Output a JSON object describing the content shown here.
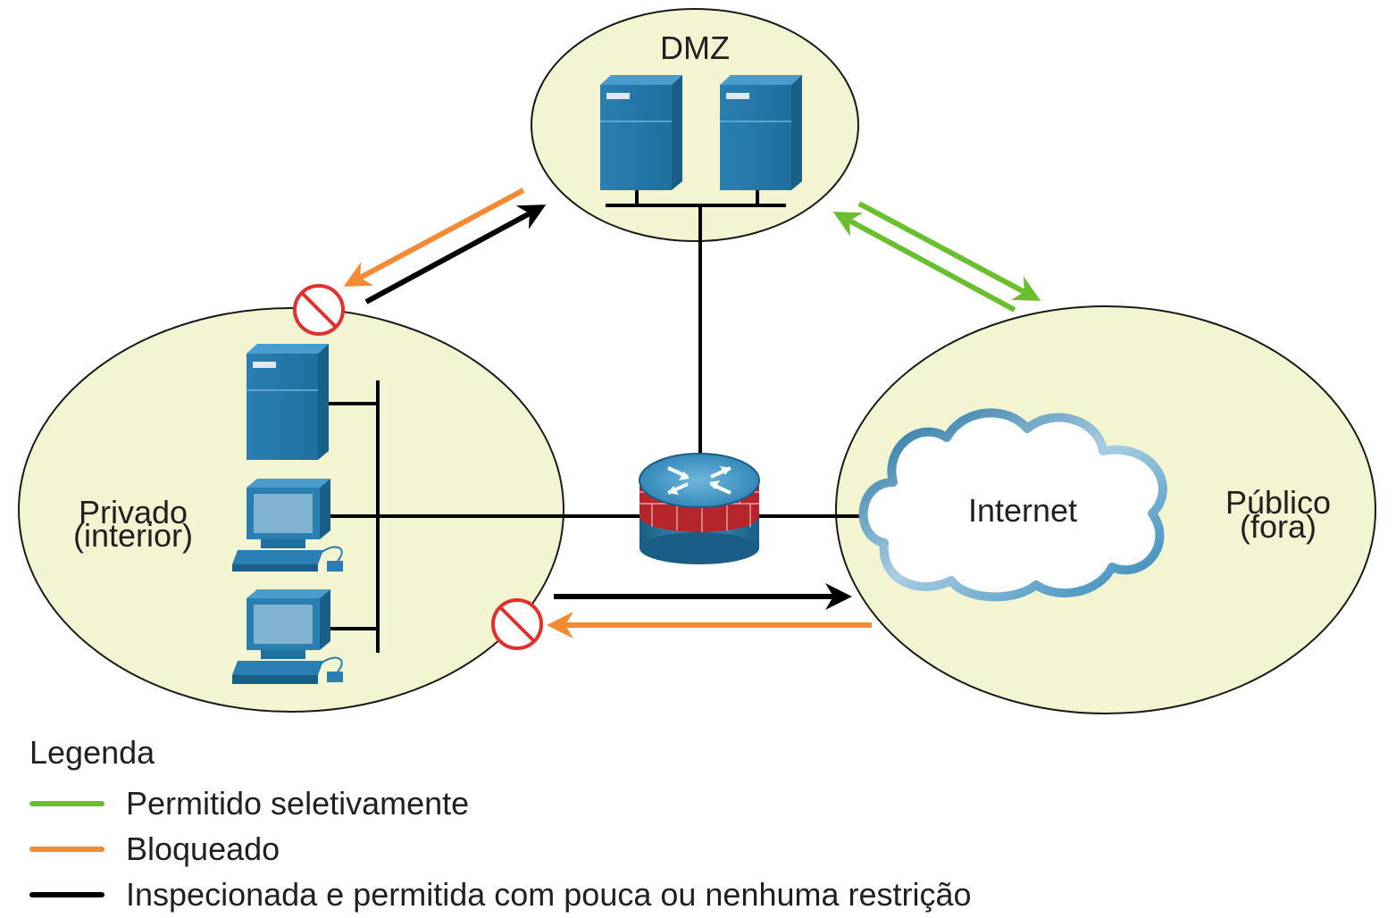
{
  "zones": {
    "dmz": {
      "label": "DMZ"
    },
    "private": {
      "label_line1": "Privado",
      "label_line2": "(interior)"
    },
    "public": {
      "label_line1": "Público",
      "label_line2": "(fora)"
    }
  },
  "cloud": {
    "label": "Internet"
  },
  "icons": {
    "server": "server-tower-icon",
    "workstation": "workstation-icon",
    "firewall": "firewall-router-icon",
    "cloud": "cloud-icon",
    "blocked": "prohibited-icon"
  },
  "colors": {
    "zone_fill": "#f3f4d2",
    "device_blue": "#2377a8",
    "firewall_red": "#b5252b",
    "allowed_selectively": "#6abf2e",
    "blocked": "#f58a34",
    "inspected": "#000000",
    "prohibited_sign": "#e0312c"
  },
  "legend": {
    "title": "Legenda",
    "items": [
      {
        "label": "Permitido seletivamente",
        "color": "#6abf2e"
      },
      {
        "label": "Bloqueado",
        "color": "#f58a34"
      },
      {
        "label": "Inspecionada e permitida com pouca ou nenhuma restrição",
        "color": "#000000"
      }
    ]
  }
}
